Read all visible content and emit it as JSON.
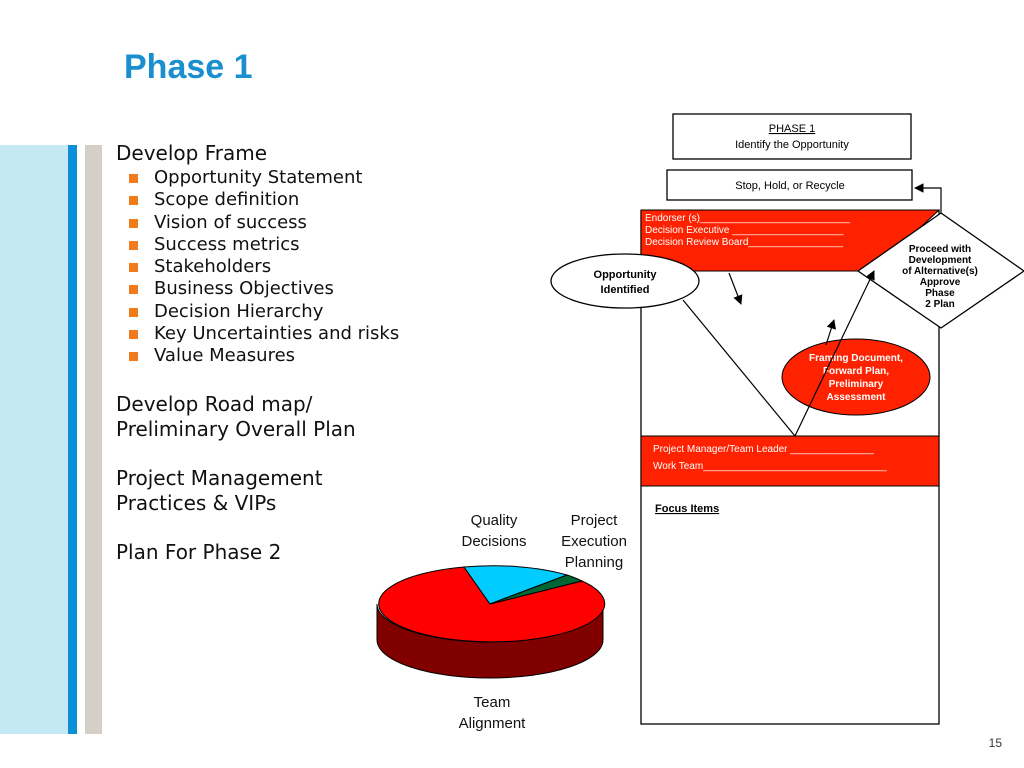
{
  "slide": {
    "title": "Phase 1",
    "page_number": "15"
  },
  "outline": {
    "develop_frame": "Develop Frame",
    "frame_items": [
      "Opportunity Statement",
      "Scope definition",
      "Vision of success",
      "Success metrics",
      "Stakeholders",
      "Business Objectives",
      "Decision Hierarchy",
      "Key Uncertainties and risks",
      "Value Measures"
    ],
    "road_map": [
      "Develop Road map/",
      "Preliminary Overall Plan"
    ],
    "project_management": [
      "Project Management",
      "Practices & VIPs"
    ],
    "plan_phase2": "Plan For Phase 2"
  },
  "pie": {
    "labels": {
      "quality": [
        "Quality",
        "Decisions"
      ],
      "execution": [
        "Project",
        "Execution",
        "Planning"
      ],
      "team": [
        "Team",
        "Alignment"
      ]
    },
    "colors": {
      "team": "#ff0000",
      "quality": "#00ccff",
      "execution": "#006633",
      "side": "#800000"
    }
  },
  "flow": {
    "phase_box": {
      "line1": "PHASE 1",
      "line2": "Identify the Opportunity"
    },
    "stop_box": "Stop, Hold, or Recycle",
    "roles": [
      "Endorser (s)___________________________",
      "Decision Executive ____________________",
      "Decision Review Board_________________"
    ],
    "opportunity": [
      "Opportunity",
      "Identified"
    ],
    "decision": [
      "Proceed with",
      "Development",
      "of Alternative(s)",
      "Approve",
      "Phase",
      "2 Plan"
    ],
    "framing": [
      "Framing Document,",
      "Forward Plan,",
      "Preliminary",
      "Assessment"
    ],
    "team": [
      "Project Manager/Team Leader _______________",
      "Work Team_________________________________"
    ],
    "focus_items": "Focus Items",
    "colors": {
      "accent": "#ff2200",
      "outline": "#000000"
    }
  }
}
